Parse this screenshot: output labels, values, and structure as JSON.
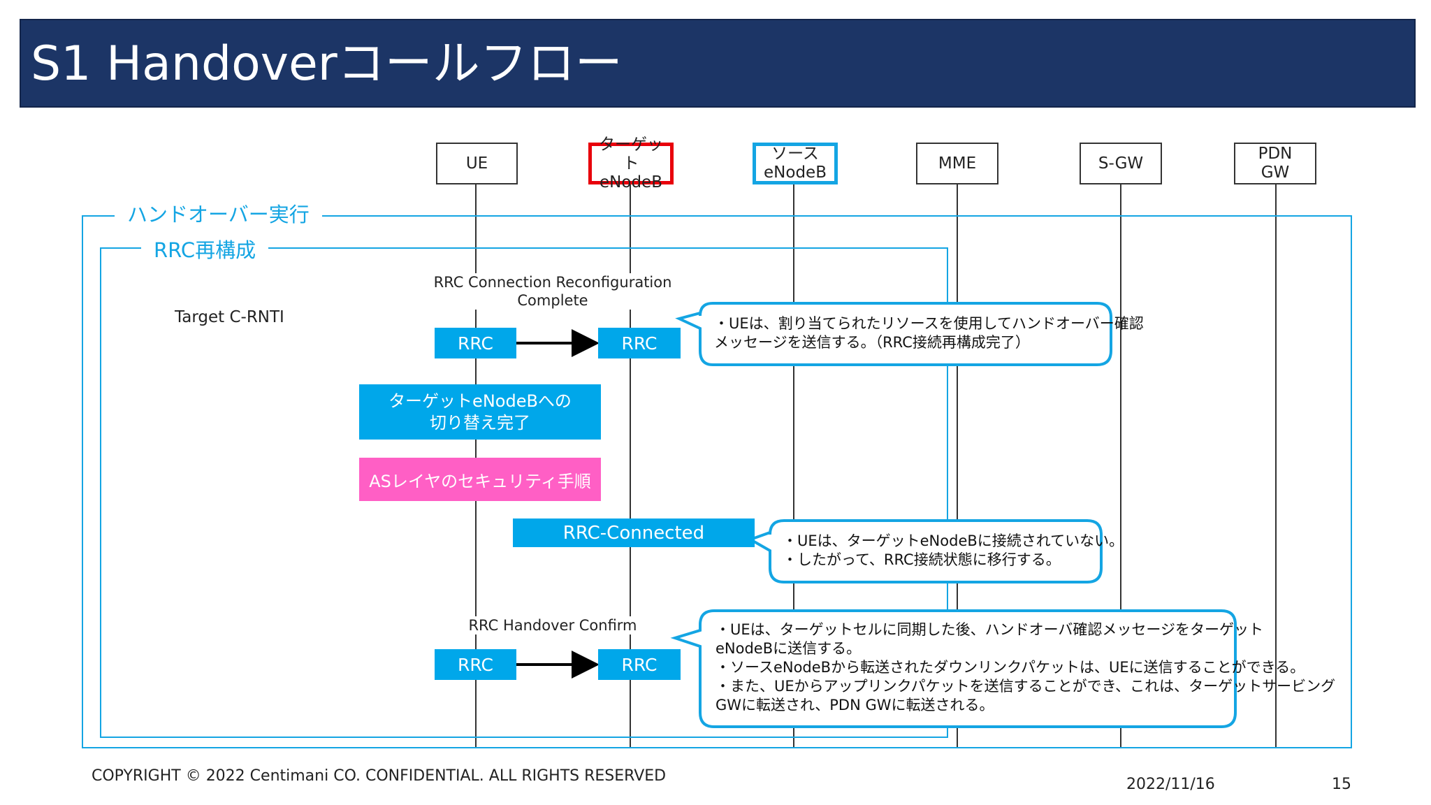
{
  "title": "S1 Handoverコールフロー",
  "lifelines": [
    {
      "label": "UE"
    },
    {
      "label": "ターゲット\neNodeB"
    },
    {
      "label": "ソース\neNodeB"
    },
    {
      "label": "MME"
    },
    {
      "label": "S-GW"
    },
    {
      "label": "PDN\nGW"
    }
  ],
  "frames": {
    "outer_label": "ハンドオーバー実行",
    "inner_label": "RRC再構成"
  },
  "side_label": "Target C-RNTI",
  "messages": [
    {
      "label": "RRC Connection Reconfiguration\nComplete",
      "from": "RRC",
      "to": "RRC"
    },
    {
      "label": "RRC Handover Confirm",
      "from": "RRC",
      "to": "RRC"
    }
  ],
  "blocks": {
    "switch_complete": "ターゲットeNodeBへの\n切り替え完了",
    "as_security": "ASレイヤのセキュリティ手順",
    "rrc_connected": "RRC-Connected"
  },
  "callouts": [
    {
      "text": "・UEは、割り当てられたリソースを使用してハンドオーバー確認\n メッセージを送信する。（RRC接続再構成完了）"
    },
    {
      "text": "・UEは、ターゲットeNodeBに接続されていない。\n・したがって、RRC接続状態に移行する。"
    },
    {
      "text": "・UEは、ターゲットセルに同期した後、ハンドオーバ確認メッセージをターゲット\n eNodeBに送信する。\n・ソースeNodeBから転送されたダウンリンクパケットは、UEに送信することができる。\n・また、UEからアップリンクパケットを送信することができ、これは、ターゲットサービング\n GWに転送され、PDN GWに転送される。"
    }
  ],
  "footer": {
    "copyright": "COPYRIGHT © 2022 Centimani CO. CONFIDENTIAL. ALL RIGHTS RESERVED",
    "date": "2022/11/16",
    "page": "15"
  },
  "colors": {
    "title_bar": "#1c3566",
    "accent_blue": "#00a7ea",
    "frame_blue": "#14a5e3",
    "pink": "#ff5fc5",
    "red_border": "#e8000b"
  }
}
